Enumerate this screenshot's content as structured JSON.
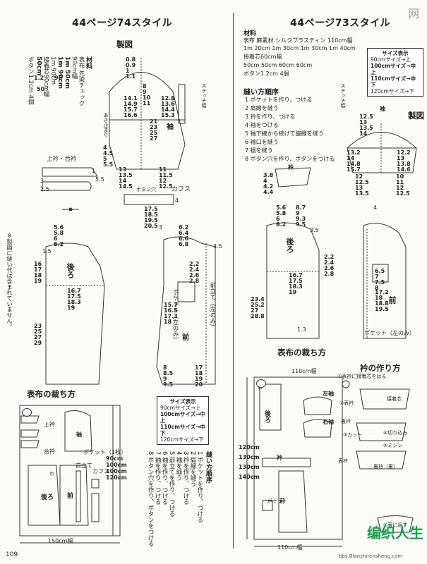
{
  "left": {
    "title": "44ページ74スタイル",
    "pattern_heading": "製図",
    "materials_heading": "材料",
    "materials_lines": [
      "表布 先染チェック",
      "90cm幅",
      "1m 50cm",
      "1m 90cm",
      "1m 90cm",
      "接着芯90cm幅",
      "50cm",
      "ボタン1.2cm 4個"
    ],
    "measure_cols": [
      "1.2",
      "90",
      "50"
    ],
    "labels": {
      "collar": "上衿・台衿",
      "cuff": "カフス",
      "buttonhole": "ボタン穴",
      "sleeve": "袖",
      "back": "後ろ",
      "front": "前",
      "front_placket": "前立て（左のみ）",
      "pocket": "ポケット（左のみ）",
      "tuck": "あき止まり",
      "stitch": "ステッチ幅"
    },
    "size_box": {
      "heading": "サイズ表示",
      "lines": [
        "90cmサイズ→上",
        "100cmサイズ→中上",
        "110cmサイズ→中下",
        "120cmサイズ→下"
      ]
    },
    "cutting_heading": "表布の裁ち方",
    "cutting_labels": [
      "上衿",
      "台衿",
      "袖",
      "後ろ",
      "前",
      "前立て",
      "ポケット（1枚）",
      "カフス",
      "わ"
    ],
    "fabric_widths": [
      "90cm",
      "100cm",
      "100cm",
      "120cm"
    ],
    "fabric_width_label": "150cm幅",
    "sewing_heading": "縫い方順序",
    "sewing_steps": [
      "1 ポケットを作り、つける",
      "2 肩線を縫う",
      "3 衿を作り、つける",
      "4 袖を縫う",
      "5 前立てを作り、つける",
      "6 袖を作り、つける",
      "7 袖を作り、つける",
      "8 ボタン穴を作り、ボタンをつける"
    ],
    "side_note": "※製図に縫い代は含まれていません。",
    "nums_sleeve": [
      "0.8",
      "0.9",
      "1",
      "1.1",
      "14.1",
      "14.9",
      "15.7",
      "16.6",
      "8",
      "9",
      "10",
      "11",
      "12.8",
      "13.6",
      "14.4",
      "15.3",
      "21",
      "23",
      "25",
      "27",
      "4",
      "4.5",
      "5",
      "5.5",
      "13",
      "13.5",
      "14",
      "14.5",
      "11",
      "11.5",
      "12",
      "12.5"
    ],
    "nums_body": [
      "5.6",
      "5.8",
      "6",
      "6.2",
      "1.5",
      "16",
      "17",
      "18",
      "19",
      "16.7",
      "17.5",
      "18.3",
      "19",
      "23",
      "25",
      "27",
      "29",
      "6.2",
      "6.4",
      "6.6",
      "6.8",
      "2.2",
      "2.4",
      "2.6",
      "2.8",
      "15.7",
      "16.5",
      "17.3",
      "18",
      "8",
      "8.5",
      "9",
      "9.5",
      "17",
      "18",
      "19",
      "20",
      "3",
      "3.5"
    ],
    "nums_cuff": [
      "17.5",
      "18.5",
      "19.5",
      "20.5",
      "4",
      "5.5",
      "1",
      "2.5",
      "3"
    ]
  },
  "right": {
    "title": "44ページ73スタイル",
    "materials_heading": "材料",
    "materials_lines": [
      "表布 麻素材 シルクプラスティン 110cm幅",
      "1m 20cm   1m 30cm   1m 30cm   1m 40cm",
      "接着芯60cm幅",
      "50cm   50cm   60cm   60cm",
      "ボタン1.2cm 4個"
    ],
    "size_box": {
      "heading": "サイズ表示",
      "lines": [
        "90cmサイズ→上",
        "100cmサイズ→中上",
        "110cmサイズ→中下",
        "120cmサイズ→下"
      ]
    },
    "sewing_heading": "縫い方順序",
    "sewing_steps": [
      "1 ポケットを作り、つける",
      "2 肩線を縫う",
      "3 衿を作り、つける",
      "4 袖をつける",
      "5 袖下線から続けて脇線を縫う",
      "6 袖口を縫う",
      "7 裾を縫う",
      "8 ボタン穴を作り、ボタンをつける"
    ],
    "pattern_heading": "製図",
    "labels": {
      "sleeve": "袖",
      "collar": "衿",
      "back": "後ろ",
      "front": "前",
      "pocket": "ポケット（左のみ）",
      "stitch": "ステッチ幅"
    },
    "cutting_heading": "表布の裁ち方",
    "fabric_width_top": "110cm幅",
    "fabric_width_bottom": "110cm幅",
    "fabric_lengths": [
      "120cm",
      "130cm",
      "130cm",
      "140cm"
    ],
    "cutting_labels": [
      "左袖",
      "右袖",
      "後ろ",
      "前",
      "衿",
      "ポケット",
      "わ"
    ],
    "collar_make_heading": "衿の作り方",
    "collar_steps": [
      "①表衿に接着芯をはる",
      "接着芯",
      "②表衿",
      "裏衿",
      "③カット",
      "④切り込み",
      "⑤ミシン",
      "表衿",
      "裏衿（裏）",
      "⑥表に返す"
    ],
    "nums_sleeve": [
      "12.5",
      "13",
      "13.5",
      "14",
      "13.2",
      "14",
      "14.8",
      "15.7",
      "12.2",
      "13",
      "13.8",
      "14.6",
      "12",
      "12.5",
      "13",
      "13.5",
      "10",
      "11",
      "12",
      "12.5",
      "3.8",
      "4",
      "4.2",
      "4.4"
    ],
    "nums_body": [
      "5.6",
      "5.8",
      "6",
      "6.2",
      "8.7",
      "9",
      "9.3",
      "9.5",
      "16.7",
      "17.5",
      "18.3",
      "19",
      "23.4",
      "25.2",
      "27",
      "28.8",
      "2.2",
      "2.4",
      "2.6",
      "2.8",
      "6.5",
      "7",
      "7.5",
      "8",
      "17.2",
      "18",
      "18.8",
      "19.5",
      "1.3",
      "3.5",
      "4"
    ]
  },
  "footer": {
    "page_number": "109",
    "watermark": "编织人生",
    "watermark_url": "bbs.Bianzhirensheng.com",
    "watermark_corner": "网"
  }
}
